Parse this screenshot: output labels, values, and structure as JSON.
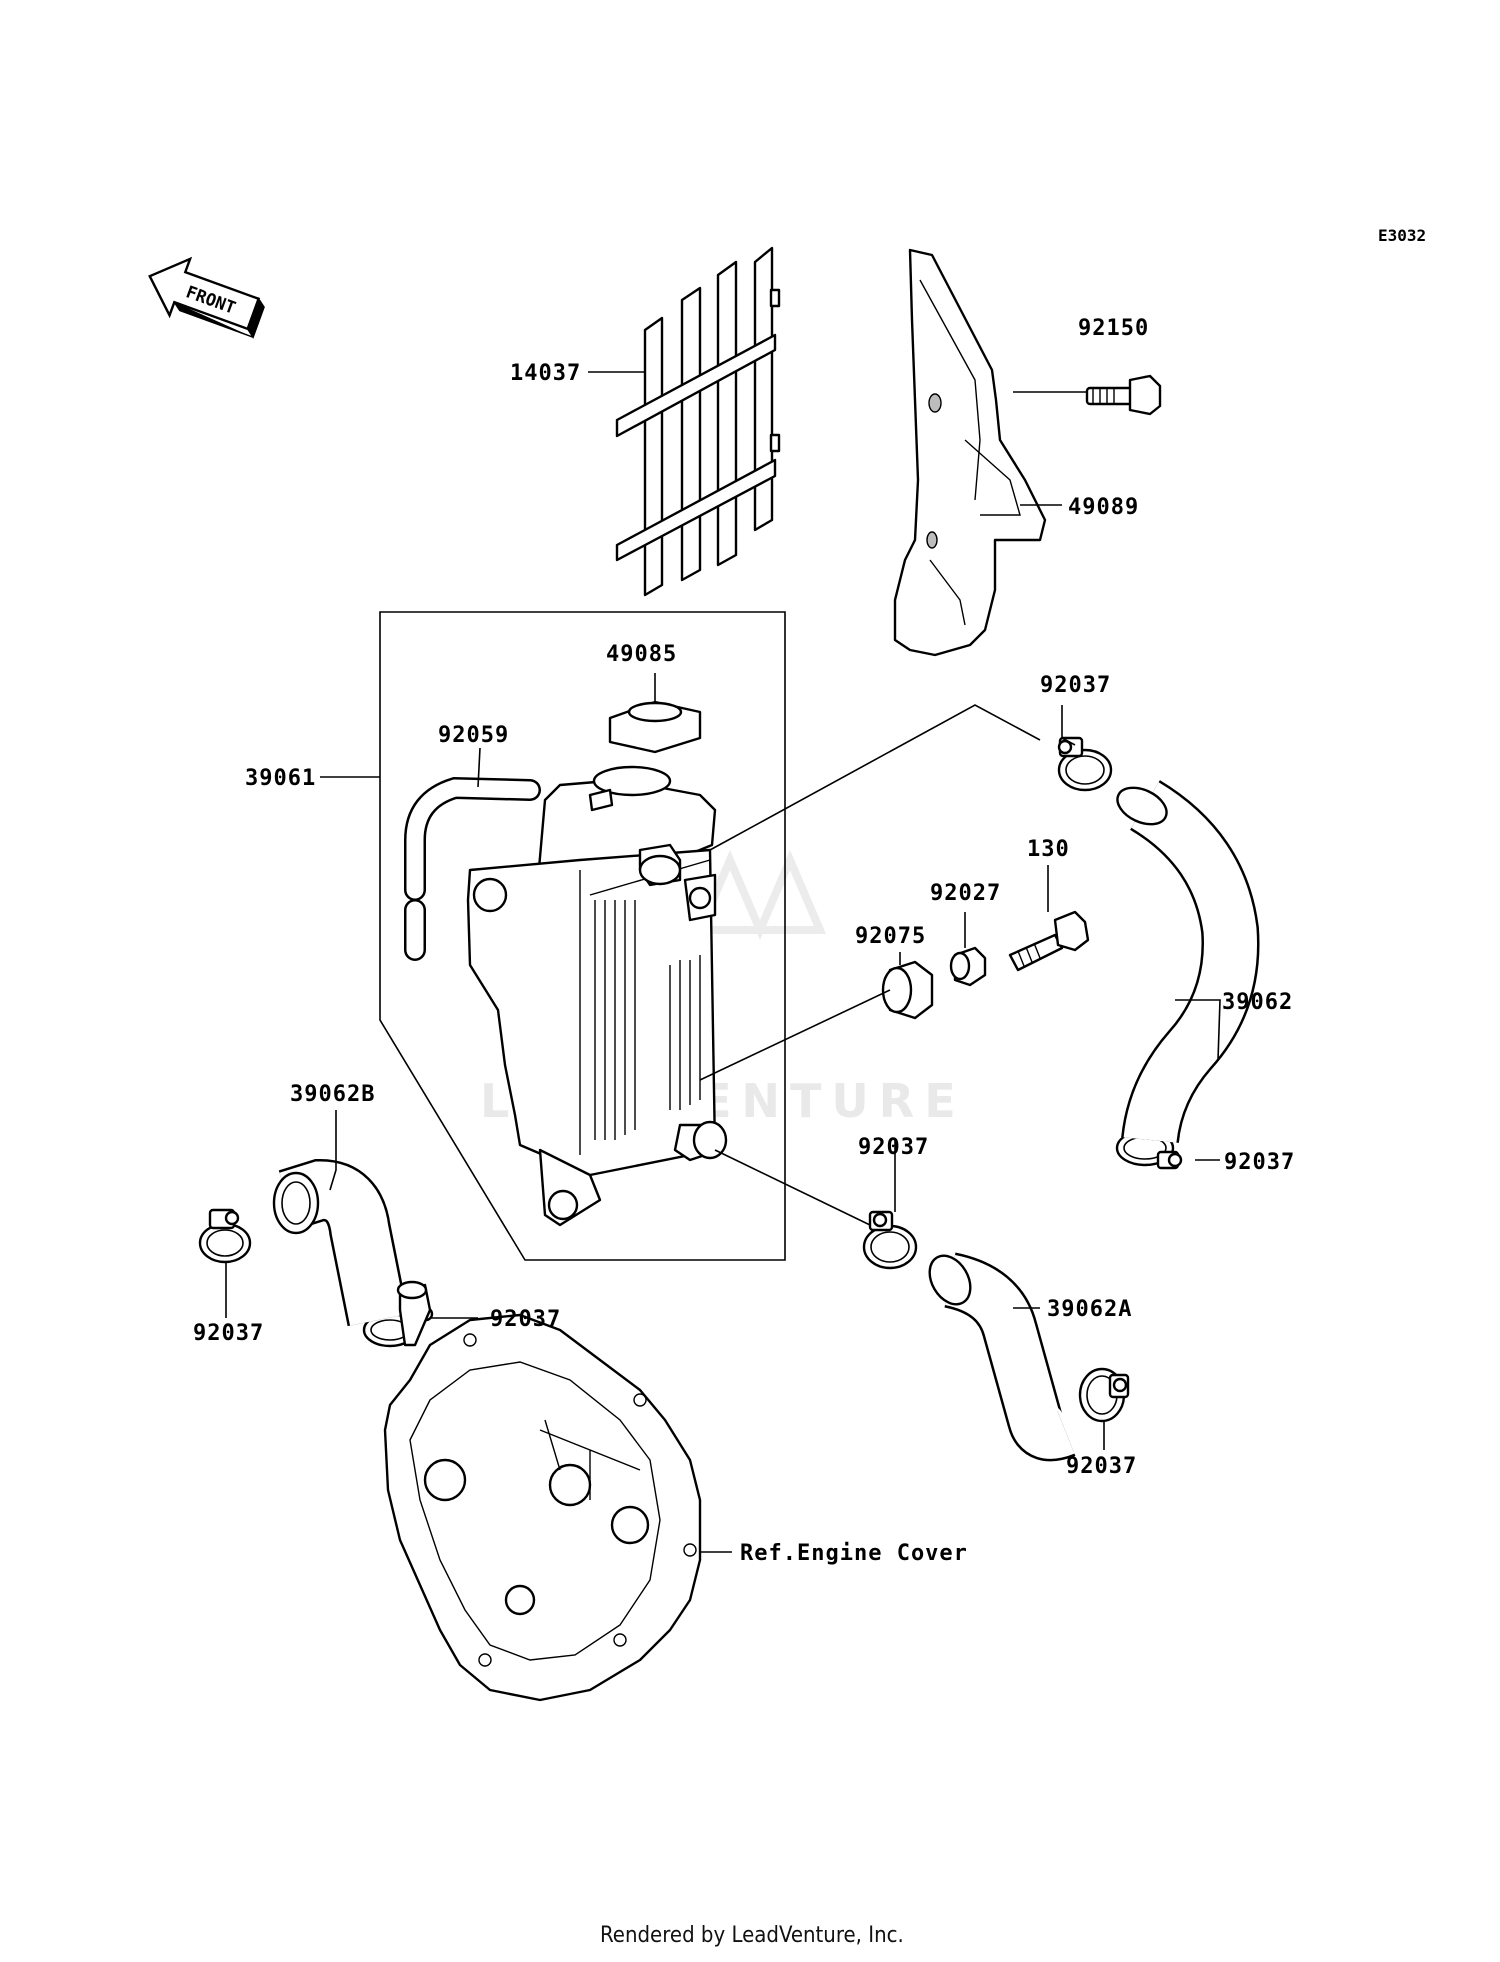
{
  "diagram": {
    "code": "E3032",
    "front_label": "FRONT",
    "watermark": "LEADVENTURE",
    "footer": "Rendered by LeadVenture, Inc.",
    "callouts": [
      {
        "id": "14037",
        "text": "14037"
      },
      {
        "id": "92150",
        "text": "92150"
      },
      {
        "id": "49089",
        "text": "49089"
      },
      {
        "id": "49085",
        "text": "49085"
      },
      {
        "id": "92059",
        "text": "92059"
      },
      {
        "id": "39061",
        "text": "39061"
      },
      {
        "id": "92037_top",
        "text": "92037"
      },
      {
        "id": "130",
        "text": "130"
      },
      {
        "id": "92027",
        "text": "92027"
      },
      {
        "id": "92075",
        "text": "92075"
      },
      {
        "id": "39062",
        "text": "39062"
      },
      {
        "id": "92037_right",
        "text": "92037"
      },
      {
        "id": "39062B",
        "text": "39062B"
      },
      {
        "id": "92037_mid",
        "text": "92037"
      },
      {
        "id": "92037_left",
        "text": "92037"
      },
      {
        "id": "92037_lower",
        "text": "92037"
      },
      {
        "id": "39062A",
        "text": "39062A"
      },
      {
        "id": "92037_bottom",
        "text": "92037"
      },
      {
        "id": "ref_engine_cover",
        "text": "Ref.Engine Cover"
      }
    ]
  }
}
